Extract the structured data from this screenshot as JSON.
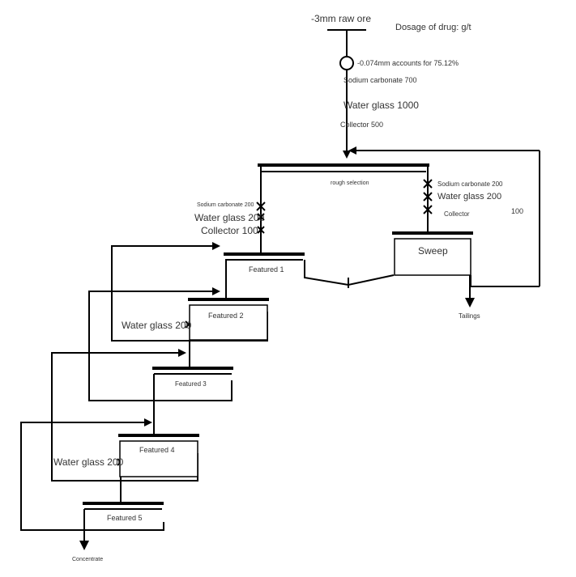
{
  "header": {
    "feed": "-3mm raw ore",
    "dosage_note": "Dosage of drug: g/t"
  },
  "grinding": {
    "fineness": "-0.074mm accounts for 75.12%"
  },
  "rough_reagents": {
    "sodium_carbonate": "Sodium carbonate 700",
    "water_glass": "Water glass 1000",
    "collector": "Collector 500"
  },
  "rough": {
    "label": "rough selection"
  },
  "sweep": {
    "label": "Sweep",
    "sodium_carbonate": "Sodium carbonate 200",
    "water_glass": "Water glass 200",
    "collector": "Collector",
    "collector_amount": "100"
  },
  "cleaner1_reagents": {
    "sodium_carbonate": "Sodium carbonate 200",
    "water_glass": "Water glass 200",
    "collector": "Collector 100"
  },
  "cells": {
    "c1": "Featured 1",
    "c2": "Featured 2",
    "c3": "Featured 3",
    "c4": "Featured 4",
    "c5": "Featured 5"
  },
  "reagents": {
    "c2_water_glass": "Water glass 200",
    "c4_water_glass": "Water glass 200"
  },
  "products": {
    "tailings": "Tailings",
    "concentrate": "Concentrate"
  }
}
